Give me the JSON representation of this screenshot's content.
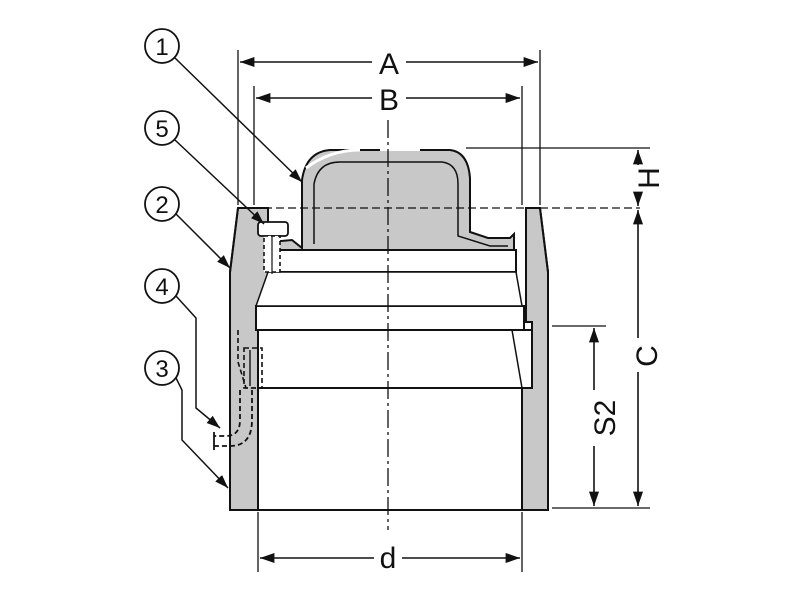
{
  "dimensions": {
    "A": "A",
    "B": "B",
    "H": "H",
    "C": "C",
    "S2": "S2",
    "d": "d"
  },
  "callouts": {
    "c1": "1",
    "c5": "5",
    "c2": "2",
    "c4": "4",
    "c3": "3"
  },
  "colors": {
    "line": "#111111",
    "fill_gray": "#c8c8c8",
    "fill_light": "#e6e6e6",
    "background": "#ffffff"
  }
}
